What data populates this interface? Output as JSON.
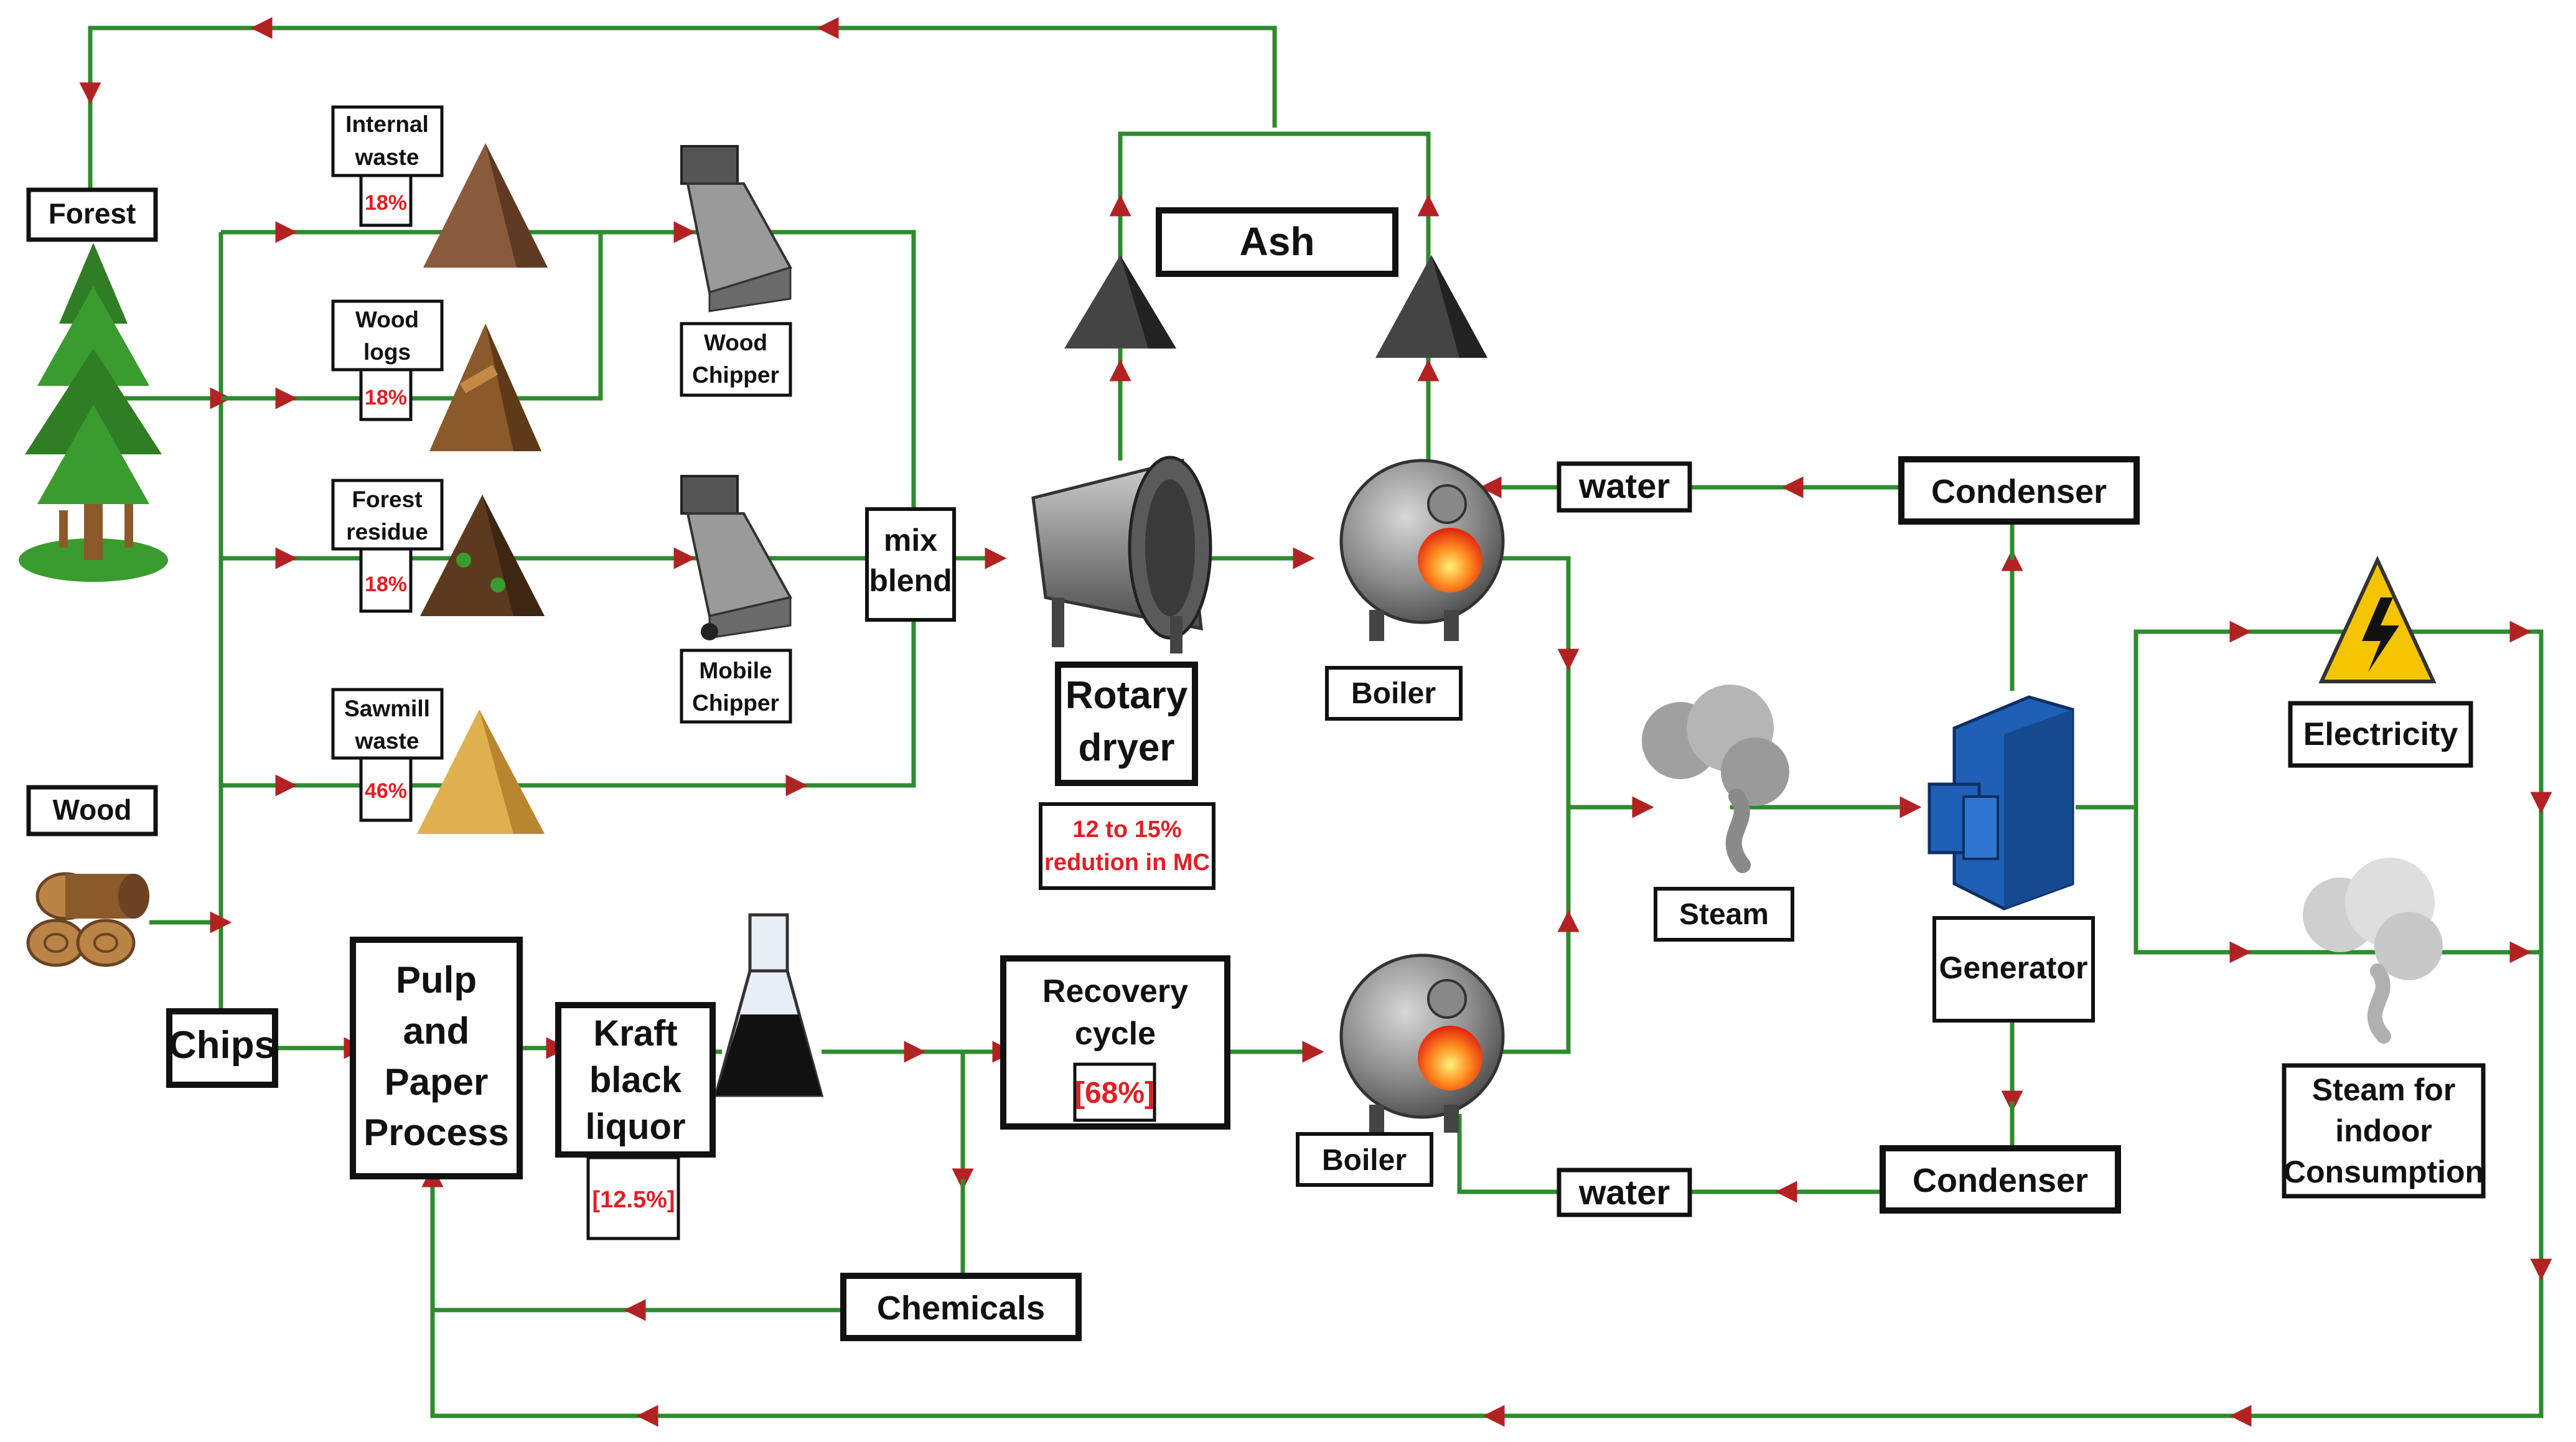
{
  "colors": {
    "pipe": "#2e8b2e",
    "arrow": "#b22222",
    "highlight": "#e31e24",
    "box_border": "#111111",
    "boiler_grey": "#7c7c7c",
    "generator_blue": "#1f5fb5",
    "warning_yellow": "#f5c400"
  },
  "sources": {
    "forest": "Forest",
    "wood": "Wood",
    "chips": "Chips"
  },
  "feedstock": [
    {
      "label_lines": [
        "Internal",
        "waste"
      ],
      "share": "18%"
    },
    {
      "label_lines": [
        "Wood",
        "logs"
      ],
      "share": "18%"
    },
    {
      "label_lines": [
        "Forest",
        "residue"
      ],
      "share": "18%"
    },
    {
      "label_lines": [
        "Sawmill",
        "waste"
      ],
      "share": "46%"
    }
  ],
  "chippers": {
    "wood": [
      "Wood",
      "Chipper"
    ],
    "mobile": [
      "Mobile",
      "Chipper"
    ]
  },
  "mix_blend": [
    "mix",
    "blend"
  ],
  "rotary_dryer": {
    "label_lines": [
      "Rotary",
      "dryer"
    ],
    "note_lines": [
      "12 to 15%",
      "redution in MC"
    ]
  },
  "ash": "Ash",
  "boiler_top": "Boiler",
  "boiler_bottom": "Boiler",
  "water_top": "water",
  "water_bottom": "water",
  "condenser_top": "Condenser",
  "condenser_bottom": "Condenser",
  "steam": "Steam",
  "generator": "Generator",
  "electricity": "Electricity",
  "steam_indoor": [
    "Steam for",
    "indoor",
    "Consumption"
  ],
  "pulp": [
    "Pulp",
    "and",
    "Paper",
    "Process"
  ],
  "kraft": {
    "label_lines": [
      "Kraft",
      "black",
      "liquor"
    ],
    "value": "[12.5%]"
  },
  "recovery": {
    "label_lines": [
      "Recovery",
      "cycle"
    ],
    "value": "[68%]"
  },
  "chemicals": "Chemicals",
  "icons": [
    "tree-icon",
    "logs-icon",
    "pile-icon",
    "chipper-icon",
    "dryer-icon",
    "ash-pile-icon",
    "boiler-icon",
    "steam-cloud-icon",
    "generator-icon",
    "high-voltage-icon",
    "flask-icon"
  ]
}
